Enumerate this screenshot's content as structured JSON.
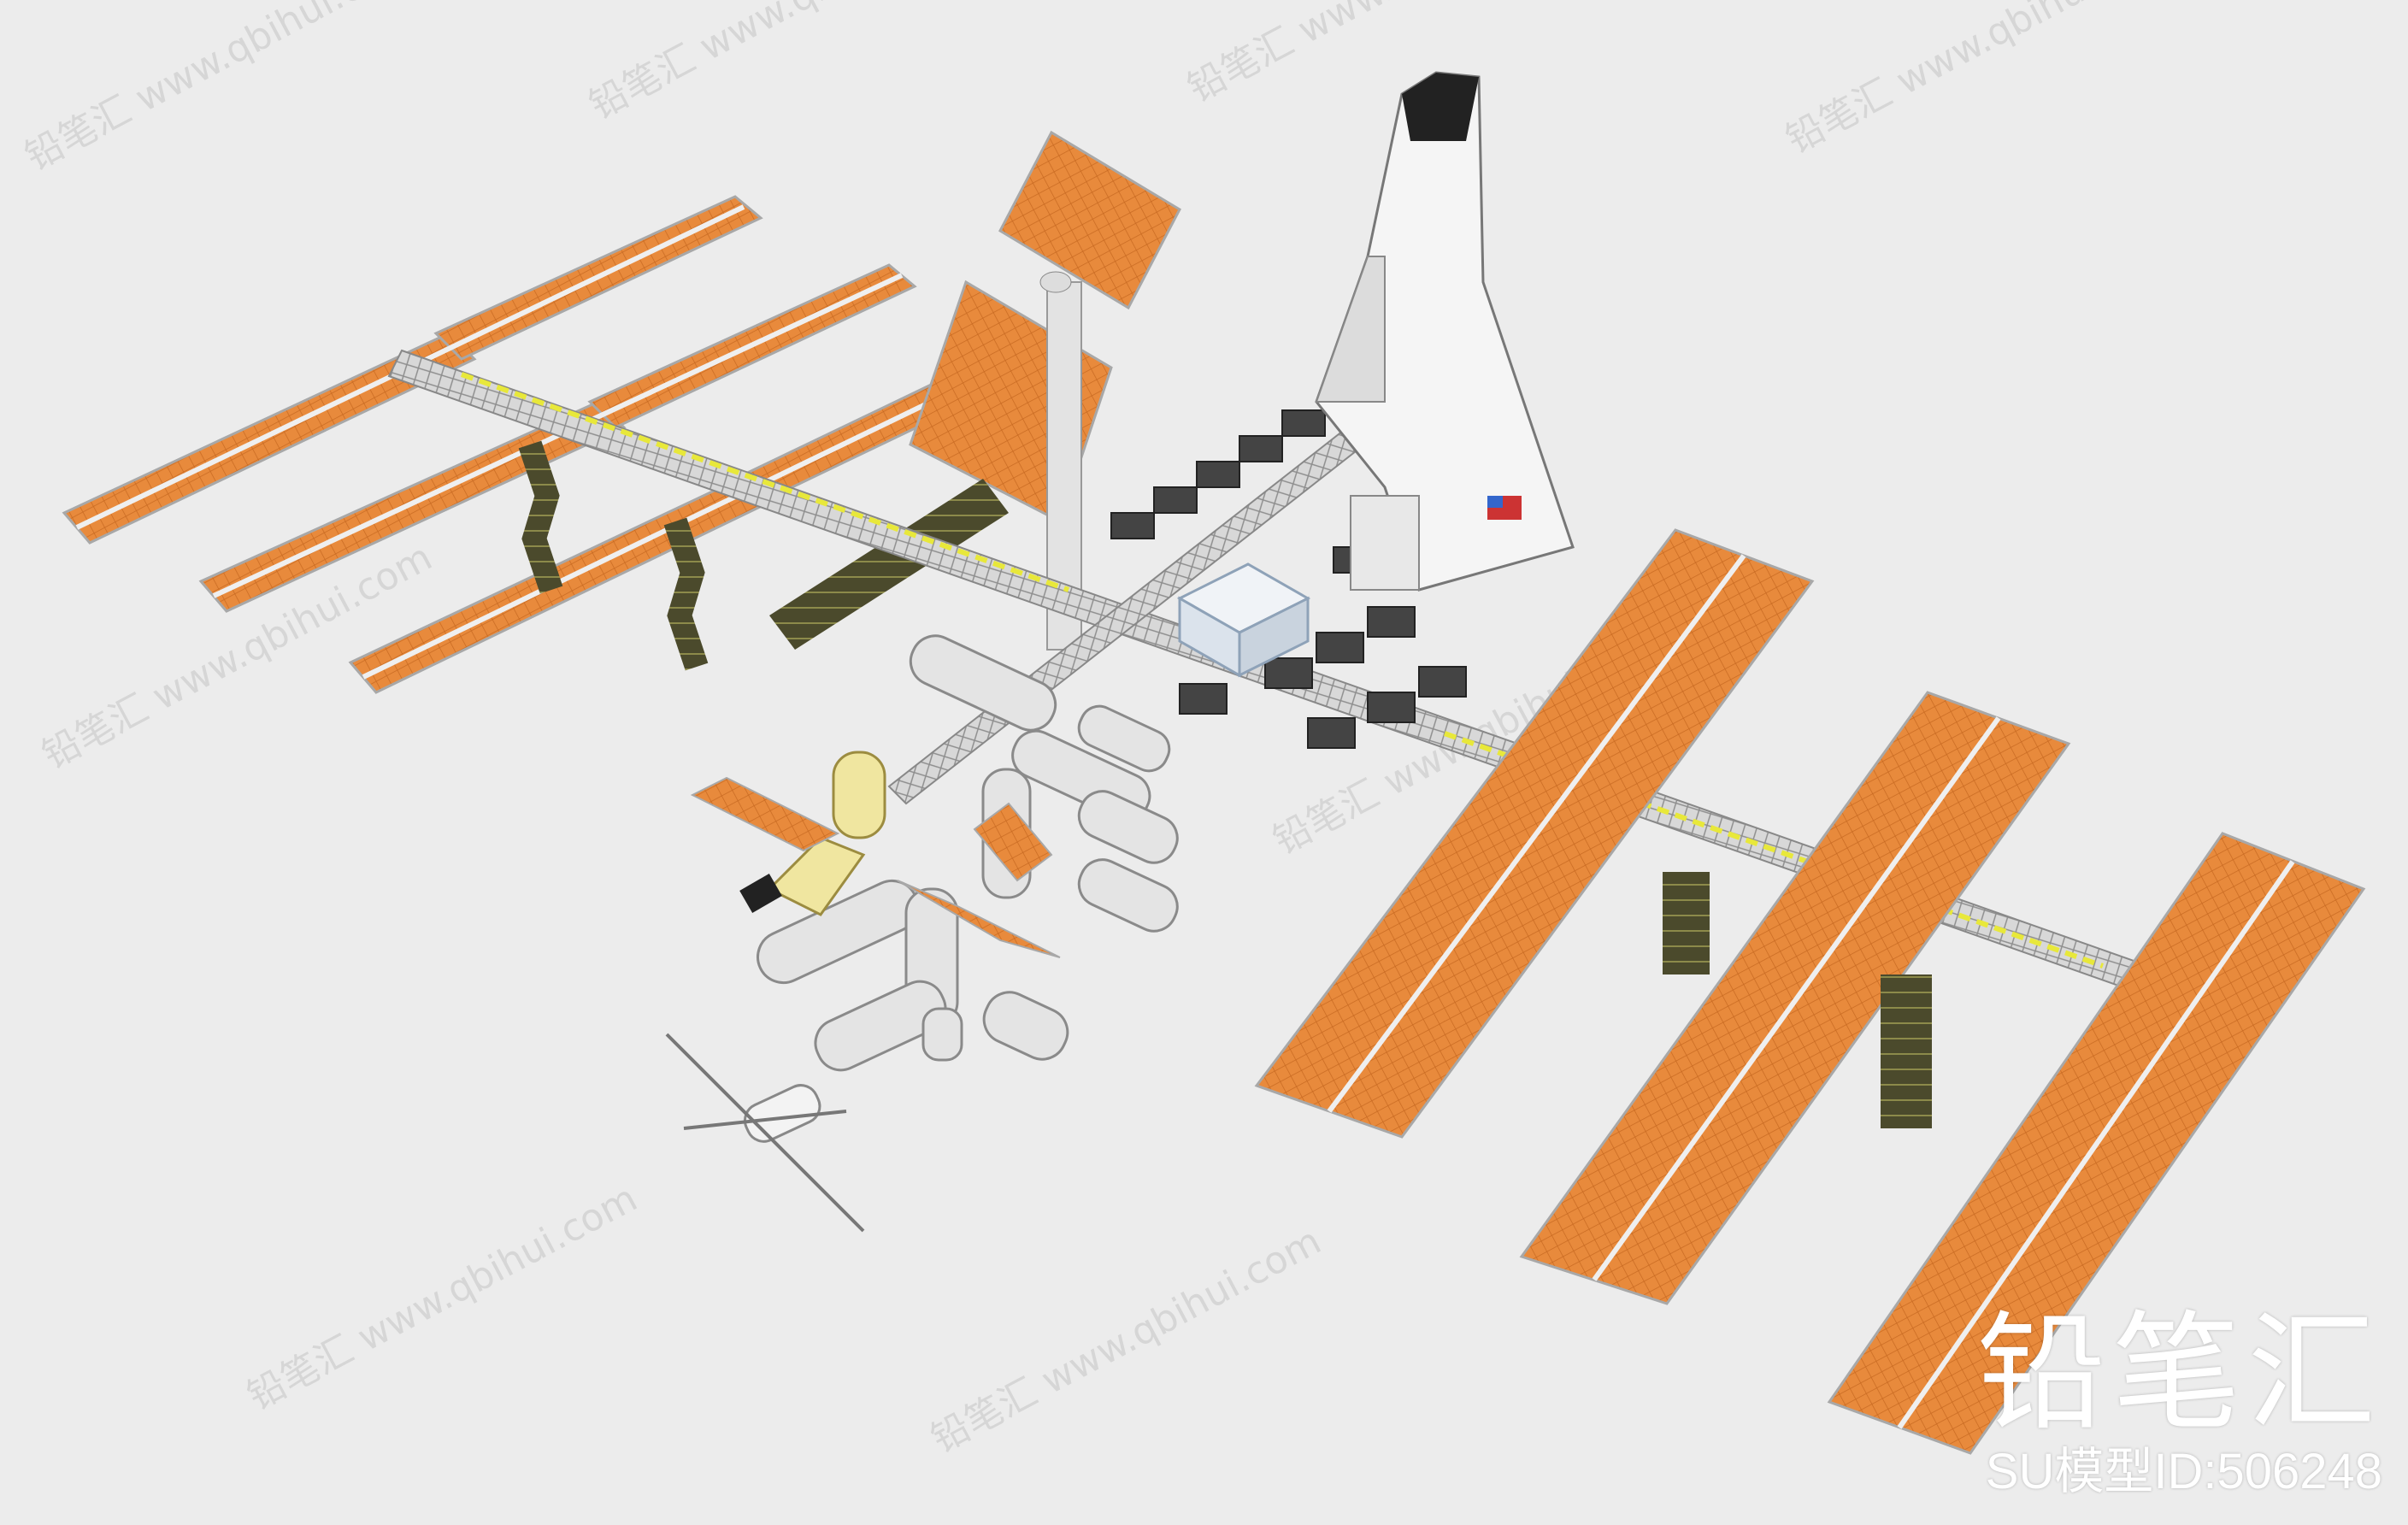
{
  "watermark": {
    "logo_text": "铅笔汇",
    "model_id": "SU模型ID:506248",
    "site": "www.qbihui.com"
  },
  "colors": {
    "background": "#ececec",
    "solar_panel": "#e88a3c",
    "truss": "#dcdcdc",
    "truss_accent": "#e8e83a",
    "radiator": "#3d3d2a"
  }
}
